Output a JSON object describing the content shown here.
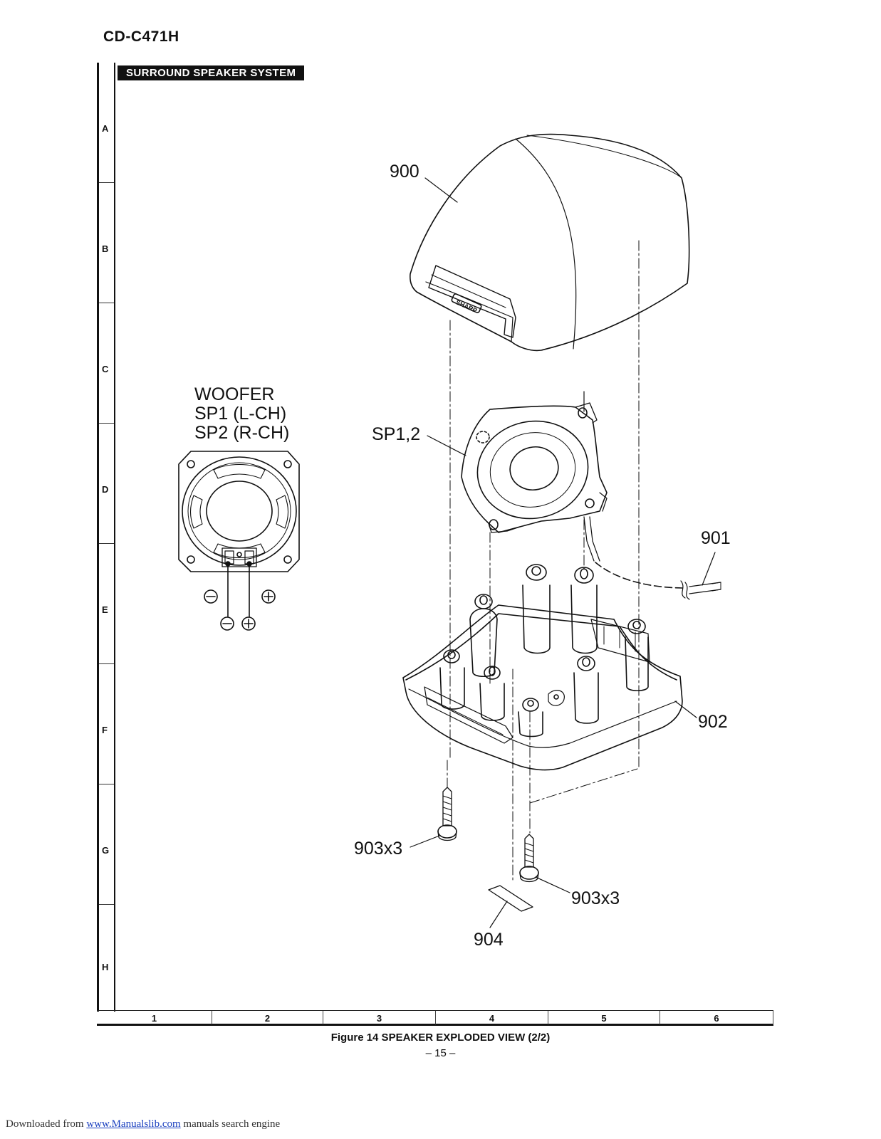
{
  "header": {
    "model": "CD-C471H"
  },
  "section_title": "SURROUND SPEAKER SYSTEM",
  "grid": {
    "rows": [
      "A",
      "B",
      "C",
      "D",
      "E",
      "F",
      "G",
      "H"
    ],
    "columns": [
      "1",
      "2",
      "3",
      "4",
      "5",
      "6"
    ]
  },
  "woofer_legend": {
    "line1": "WOOFER",
    "line2": "SP1 (L-CH)",
    "line3": "SP2 (R-CH)"
  },
  "brand_mark": "SHARP",
  "part_labels": {
    "p900": "900",
    "sp": "SP1,2",
    "p901": "901",
    "p902": "902",
    "p903a": "903x3",
    "p903b": "903x3",
    "p904": "904"
  },
  "caption": "Figure 14 SPEAKER EXPLODED VIEW (2/2)",
  "page_number": "– 15 –",
  "footer": {
    "prefix": "Downloaded from",
    "link": "www.Manualslib.com",
    "suffix": "manuals search engine"
  }
}
